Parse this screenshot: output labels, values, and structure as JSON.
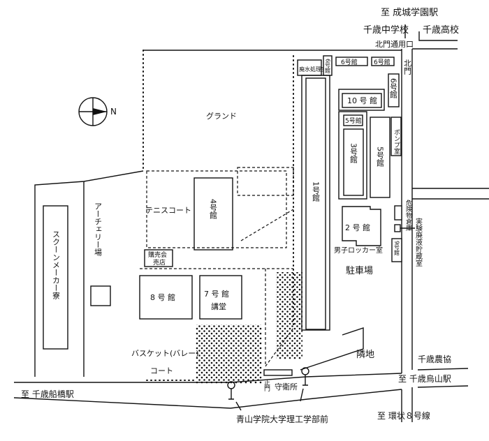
{
  "top": {
    "to_seijo": "至 成城学園駅",
    "chitose_jhs": "千歳中学校",
    "chitose_hs": "千歳高校",
    "north_side_gate": "北門通用口",
    "north_gate": "北門"
  },
  "compass": {
    "north": "N"
  },
  "areas": {
    "ground": "グランド",
    "tennis": "テニスコート",
    "archery": "アーチェリー場",
    "dorm": "スクーンメーカー寮",
    "basket1": "バスケット(バレー)",
    "basket2": "コート",
    "parking": "駐車場",
    "neighbor": "隣地",
    "locker": "男子ロッカー室",
    "hazmat": "危険物倉庫",
    "waste_storage": "実験廃液貯蔵室"
  },
  "buildings": {
    "wastewater": "廃水処理室",
    "b6a": "6号館",
    "b6b": "6号館",
    "b6c": "6号館",
    "b6d": "6号館",
    "b10": "10 号 館",
    "b5small": "5号館",
    "b3": "3号館",
    "b5": "5号館",
    "pump": "ポンプ室",
    "b1": "1号館",
    "b2": "2 号 館",
    "b9": "9号館",
    "b4": "4号館",
    "shop1": "購売会",
    "shop2": "売店",
    "b8": "8 号 館",
    "b7": "7 号 館",
    "hall": "講堂"
  },
  "bottom": {
    "to_funabashi": "至 千歳船橋駅",
    "main_gate": "正門",
    "guard": "守衛所",
    "bus_stop": "青山学院大学理工学部前",
    "to_karasuyama": "至 千歳烏山駅",
    "nokyo": "千歳農協",
    "to_kanpachi": "至 環状８号線"
  }
}
